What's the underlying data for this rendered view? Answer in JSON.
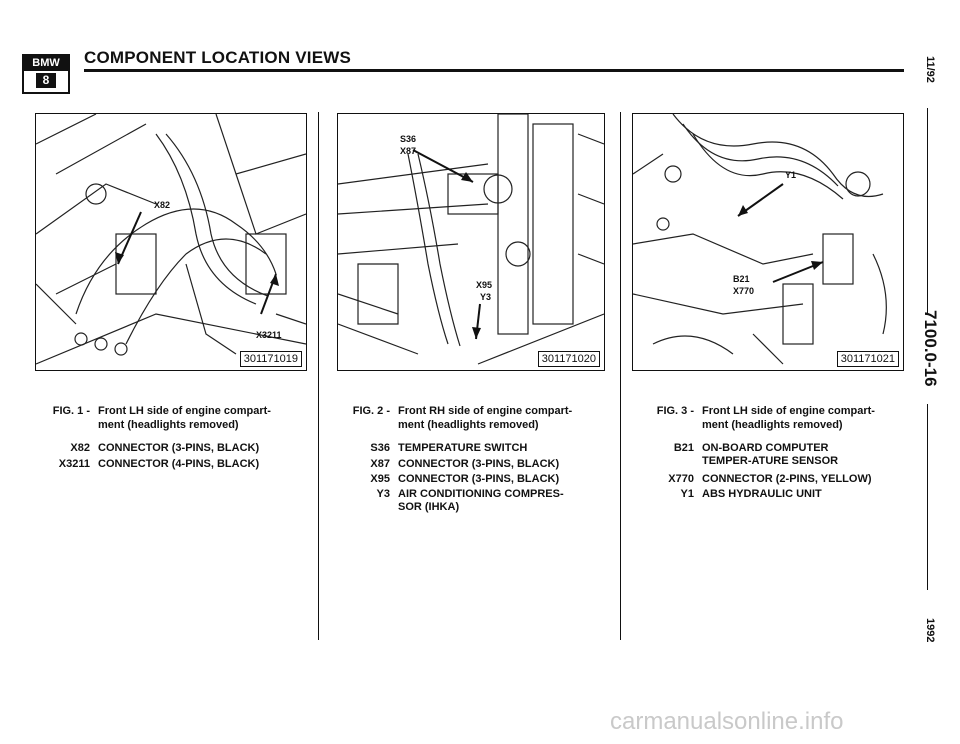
{
  "header": {
    "logo_top": "BMW",
    "logo_bottom": "8",
    "title": "COMPONENT LOCATION VIEWS"
  },
  "side": {
    "date": "11/92",
    "page": "7100.0-16",
    "year": "1992"
  },
  "figures": [
    {
      "image_number": "301171019",
      "callouts": [
        "X82",
        "X3211"
      ],
      "caption_label": "FIG. 1 -",
      "caption_text": "Front LH side of engine compart-ment (headlights removed)",
      "legend": [
        {
          "code": "X82",
          "desc": "CONNECTOR (3-PINS, BLACK)"
        },
        {
          "code": "X3211",
          "desc": "CONNECTOR (4-PINS, BLACK)"
        }
      ]
    },
    {
      "image_number": "301171020",
      "callouts": [
        "S36",
        "X87",
        "X95",
        "Y3"
      ],
      "caption_label": "FIG. 2 -",
      "caption_text": "Front RH side of engine compart-ment (headlights removed)",
      "legend": [
        {
          "code": "S36",
          "desc": "TEMPERATURE SWITCH"
        },
        {
          "code": "X87",
          "desc": "CONNECTOR (3-PINS, BLACK)"
        },
        {
          "code": "X95",
          "desc": "CONNECTOR (3-PINS, BLACK)"
        },
        {
          "code": "Y3",
          "desc": "AIR CONDITIONING COMPRES-SOR (IHKA)"
        }
      ]
    },
    {
      "image_number": "301171021",
      "callouts": [
        "Y1",
        "B21",
        "X770"
      ],
      "caption_label": "FIG. 3 -",
      "caption_text": "Front LH side of engine compart-ment (headlights removed)",
      "legend": [
        {
          "code": "B21",
          "desc": "ON-BOARD COMPUTER TEMPER-ATURE SENSOR"
        },
        {
          "code": "X770",
          "desc": "CONNECTOR (2-PINS, YELLOW)"
        },
        {
          "code": "Y1",
          "desc": "ABS HYDRAULIC UNIT"
        }
      ]
    }
  ],
  "watermark": "carmanualsonline.info"
}
